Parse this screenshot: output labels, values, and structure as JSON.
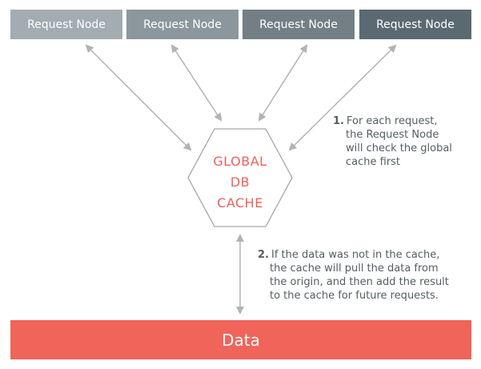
{
  "request_nodes": [
    {
      "label": "Request Node"
    },
    {
      "label": "Request Node"
    },
    {
      "label": "Request Node"
    },
    {
      "label": "Request Node"
    }
  ],
  "cache": {
    "line1": "GLOBAL",
    "line2": "DB",
    "line3": "CACHE"
  },
  "note1": {
    "number": "1.",
    "lines": [
      "For each request,",
      "the Request Node",
      "will check the global",
      "cache first"
    ]
  },
  "note2": {
    "number": "2.",
    "lines": [
      "If the data was not in the cache,",
      "the cache will pull the data from",
      "the origin, and then add the result",
      "to the cache for future requests."
    ]
  },
  "data_store": {
    "label": "Data"
  },
  "colors": {
    "accent": "#f0645a",
    "cache_text": "#ec625b",
    "arrow": "#b3b3b3",
    "outline": "#a6a6a6"
  }
}
